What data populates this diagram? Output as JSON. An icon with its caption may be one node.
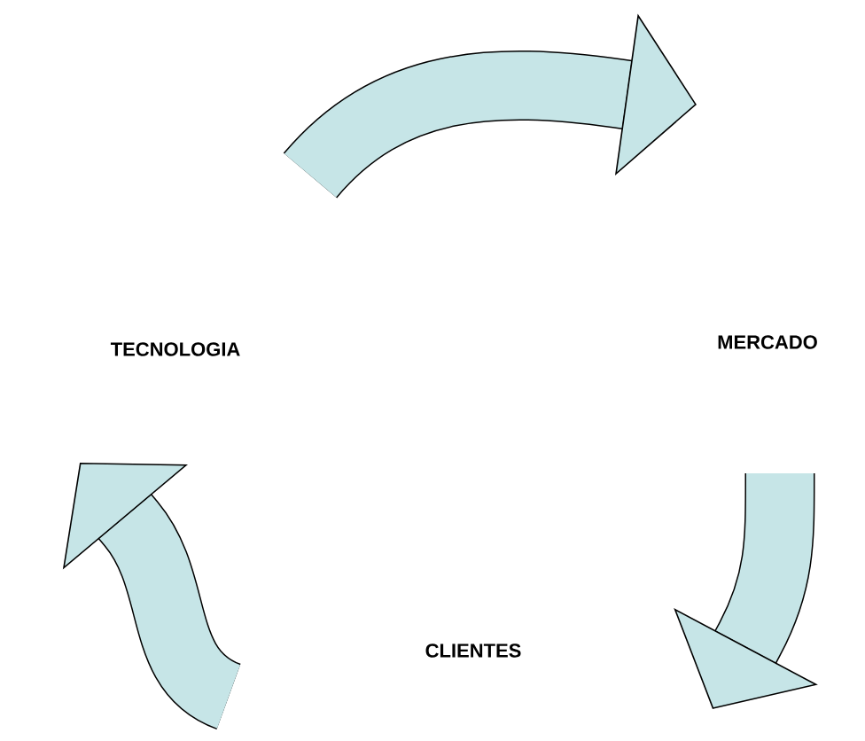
{
  "diagram": {
    "nodes": [
      {
        "text": [
          "TECNOLOGIA"
        ]
      },
      {
        "text": [
          "MERCADO"
        ]
      },
      {
        "text": [
          "CLIENTES"
        ]
      },
      {
        "text": [],
        "shape": "arrow"
      },
      {
        "text": [],
        "shape": "arrow"
      },
      {
        "text": [],
        "shape": "arrow"
      }
    ]
  }
}
